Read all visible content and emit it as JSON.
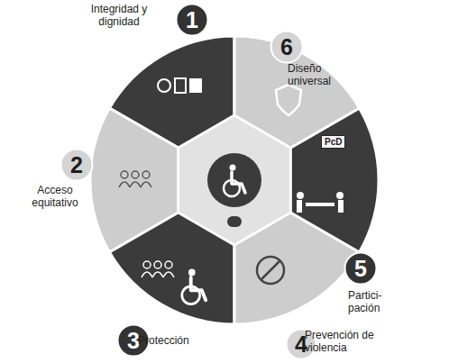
{
  "diagram": {
    "nodes": [
      {
        "text": [
          "1",
          "Integridad y dignidad"
        ]
      },
      {
        "text": [
          "2",
          "Acceso equitativo"
        ]
      },
      {
        "text": [
          "3",
          "Protección"
        ]
      },
      {
        "text": [
          "4",
          "Prevención de violencia"
        ]
      },
      {
        "text": [
          "5",
          "Partici- pación"
        ]
      },
      {
        "text": [
          "6",
          "Diseño universal"
        ]
      }
    ],
    "labels": [
      "PcD"
    ]
  }
}
